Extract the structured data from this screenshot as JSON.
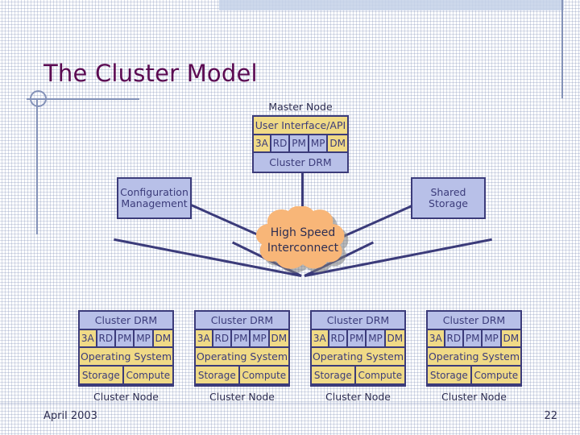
{
  "slide": {
    "title": "The Cluster Model",
    "footer_date": "April 2003",
    "page_number": "22",
    "accent_title_color": "#5b0a52",
    "box_border_color": "#3b3b7a",
    "lavender_fill": "#b8c0e8",
    "yellow_fill": "#f0da86",
    "cloud_fill": "#f8b678",
    "grid_color": "#7887b4"
  },
  "master": {
    "caption": "Master Node",
    "ui_row": "User Interface/API",
    "modules": [
      "3A",
      "RD",
      "PM",
      "MP",
      "DM"
    ],
    "drm_row": "Cluster DRM"
  },
  "side": {
    "config": "Configuration\nManagement",
    "config_line1": "Configuration",
    "config_line2": "Management",
    "storage_line1": "Shared",
    "storage_line2": "Storage"
  },
  "cloud": {
    "line1": "High Speed",
    "line2": "Interconnect"
  },
  "nodes": [
    {
      "drm": "Cluster DRM",
      "modules": [
        "3A",
        "RD",
        "PM",
        "MP",
        "DM"
      ],
      "os": "Operating System",
      "storage": "Storage",
      "compute": "Compute",
      "caption": "Cluster Node"
    },
    {
      "drm": "Cluster DRM",
      "modules": [
        "3A",
        "RD",
        "PM",
        "MP",
        "DM"
      ],
      "os": "Operating System",
      "storage": "Storage",
      "compute": "Compute",
      "caption": "Cluster Node"
    },
    {
      "drm": "Cluster DRM",
      "modules": [
        "3A",
        "RD",
        "PM",
        "MP",
        "DM"
      ],
      "os": "Operating System",
      "storage": "Storage",
      "compute": "Compute",
      "caption": "Cluster Node"
    },
    {
      "drm": "Cluster DRM",
      "modules": [
        "3A",
        "RD",
        "PM",
        "MP",
        "DM"
      ],
      "os": "Operating System",
      "storage": "Storage",
      "compute": "Compute",
      "caption": "Cluster Node"
    }
  ]
}
